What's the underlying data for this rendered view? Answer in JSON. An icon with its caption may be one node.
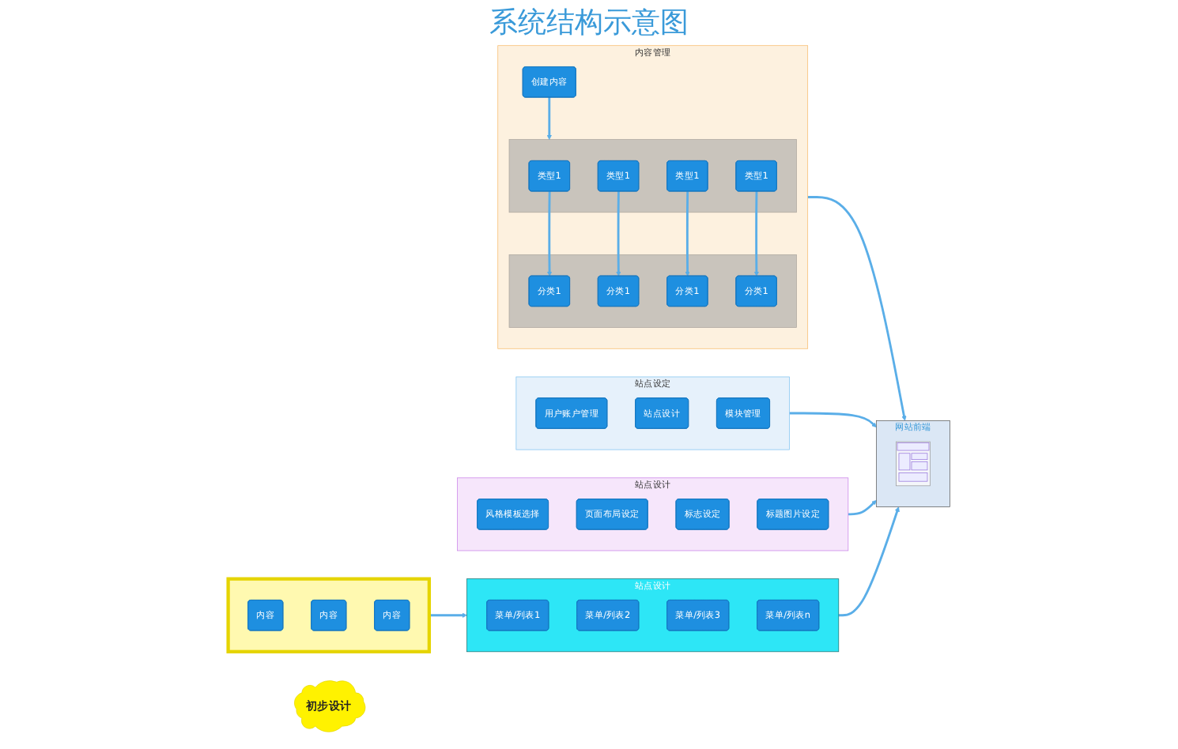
{
  "diagram": {
    "title": "系统结构示意图",
    "nodes": [
      {
        "text": [
          "初步设计"
        ]
      },
      {
        "text": [
          "内容管理"
        ]
      },
      {
        "text": [
          "创建内容"
        ],
        "in": 1
      },
      {
        "text": [],
        "shape": "box",
        "in": 1
      },
      {
        "text": [
          "类型1"
        ],
        "in": 3
      },
      {
        "text": [
          "类型1"
        ],
        "in": 3
      },
      {
        "text": [
          "类型1"
        ],
        "in": 3
      },
      {
        "text": [
          "类型1"
        ],
        "in": 3
      },
      {
        "text": [],
        "shape": "box",
        "in": 1
      },
      {
        "text": [
          "分类1"
        ],
        "in": 8
      },
      {
        "text": [
          "分类1"
        ],
        "in": 8
      },
      {
        "text": [
          "分类1"
        ],
        "in": 8
      },
      {
        "text": [
          "分类1"
        ],
        "in": 8
      },
      {
        "text": [
          "站点设定"
        ]
      },
      {
        "text": [
          "用户账户管理"
        ],
        "in": 13
      },
      {
        "text": [
          "站点设计"
        ],
        "in": 13
      },
      {
        "text": [
          "模块管理"
        ],
        "in": 13
      },
      {
        "text": [
          "站点设计"
        ]
      },
      {
        "text": [
          "风格模板选择"
        ],
        "in": 17
      },
      {
        "text": [
          "页面布局设定"
        ],
        "in": 17
      },
      {
        "text": [
          "标志设定"
        ],
        "in": 17
      },
      {
        "text": [
          "标题图片设定"
        ],
        "in": 17
      },
      {
        "text": [
          "网站前端"
        ]
      },
      {
        "text": [],
        "shape": "picture",
        "in": 22
      },
      {
        "text": [
          "站点设计"
        ]
      },
      {
        "text": [
          "菜单/列表1"
        ],
        "in": 24
      },
      {
        "text": [
          "菜单/列表2"
        ],
        "in": 24
      },
      {
        "text": [
          "菜单/列表3"
        ],
        "in": 24
      },
      {
        "text": [
          "菜单/列表n"
        ],
        "in": 24
      },
      {
        "text": [],
        "shape": "box"
      },
      {
        "text": [
          "内容"
        ],
        "in": 29
      },
      {
        "text": [
          "内容"
        ],
        "in": 29
      },
      {
        "text": [
          "内容"
        ],
        "in": 29
      }
    ],
    "edges": [
      {
        "from": 2,
        "to": 3,
        "arrow": "to"
      },
      {
        "from": 4,
        "to": 9,
        "arrow": "to"
      },
      {
        "from": 5,
        "to": 11,
        "arrow": "to"
      },
      {
        "from": 6,
        "to": 10,
        "arrow": "to"
      },
      {
        "from": 7,
        "to": 12,
        "arrow": "to"
      },
      {
        "from": 1,
        "to": 22,
        "arrow": "to"
      },
      {
        "from": 13,
        "to": 22,
        "arrow": "to"
      },
      {
        "from": 17,
        "to": 22,
        "arrow": "to"
      },
      {
        "from": 24,
        "to": 22,
        "arrow": "to"
      },
      {
        "from": 29,
        "to": 24,
        "arrow": "to"
      }
    ]
  }
}
